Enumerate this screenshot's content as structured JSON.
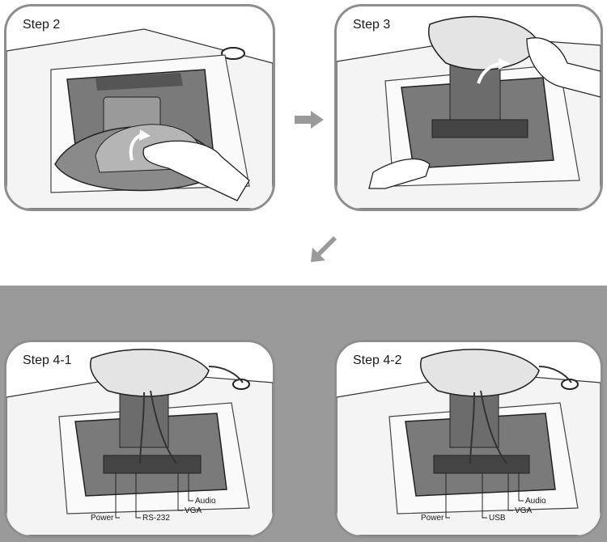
{
  "panels": {
    "step2": {
      "title": "Step 2"
    },
    "step3": {
      "title": "Step 3"
    },
    "step4_1": {
      "title": "Step 4-1",
      "callouts": {
        "power": "Power",
        "rs232": "RS-232",
        "vga": "VGA",
        "audio": "Audio"
      }
    },
    "step4_2": {
      "title": "Step 4-2",
      "callouts": {
        "power": "Power",
        "usb": "USB",
        "vga": "VGA",
        "audio": "Audio"
      }
    }
  },
  "colors": {
    "band": "#9a9a9a",
    "border": "#8e8e8e",
    "arrow": "#9a9a9a"
  }
}
